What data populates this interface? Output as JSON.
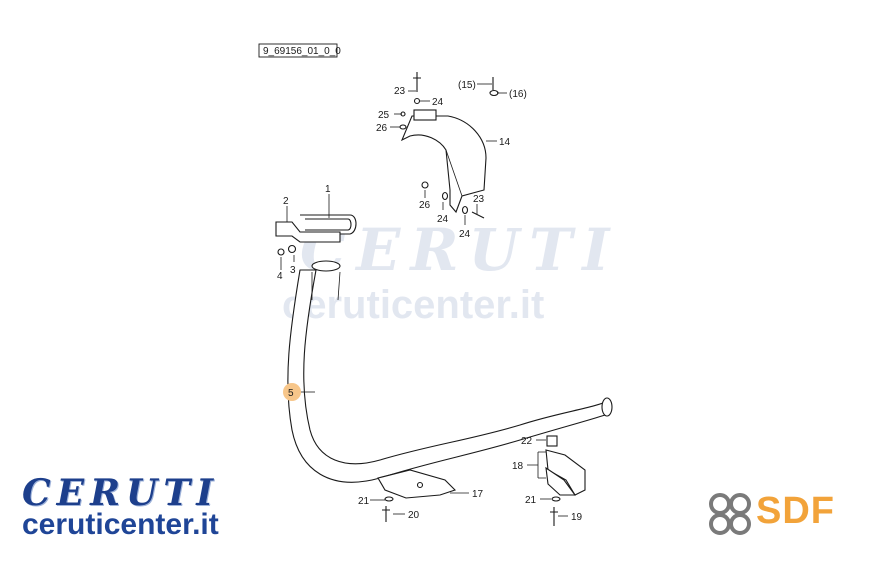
{
  "diagram": {
    "code": "9_69156_01_0_0",
    "labels": {
      "p1": "1",
      "p2": "2",
      "p3": "3",
      "p4": "4",
      "p5": "5",
      "p14": "14",
      "p15": "(15)",
      "p16": "(16)",
      "p17": "17",
      "p18": "18",
      "p19": "19",
      "p20": "20",
      "p21a": "21",
      "p21b": "21",
      "p22": "22",
      "p23a": "23",
      "p23b": "23",
      "p24a": "24",
      "p24b": "24",
      "p24c": "24",
      "p25": "25",
      "p26a": "26",
      "p26b": "26"
    },
    "highlight_color": "#f7c68a"
  },
  "watermark": {
    "brand": "CERUTI",
    "url": "ceruticenter.it"
  },
  "branding": {
    "ceruti_logo": "CERUTI",
    "ceruti_url": "ceruticenter.it",
    "ceruti_color": "#1d3f8c",
    "sdf_logo": "SDF",
    "sdf_color": "#f2a33a",
    "sdf_icon": "sdf-knot-icon"
  }
}
